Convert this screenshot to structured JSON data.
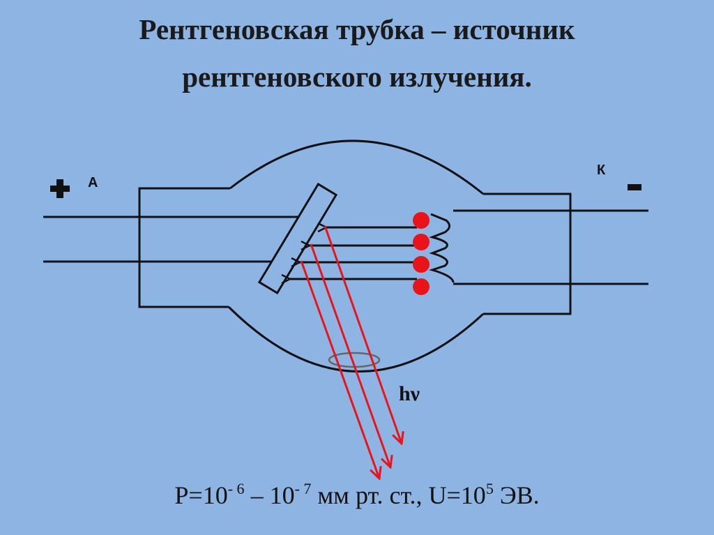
{
  "title": {
    "line1": "Рентгеновская трубка – источник",
    "line2": "рентгеновского излучения."
  },
  "labels": {
    "anode_letter": "А",
    "cathode_letter": "К",
    "minus_sign": "-",
    "radiation": "hν"
  },
  "formula": {
    "p_prefix": "Р=10",
    "exp1": "- 6",
    "dash": " – 10",
    "exp2": "- 7",
    "mid": " мм рт. ст., U=10",
    "exp3": "5",
    "suffix": " ЭВ."
  },
  "colors": {
    "background": "#8eb4e3",
    "lines": "#111111",
    "electrons": "#e8141a",
    "xray_rays": "#e8141a"
  },
  "icons": [
    "plus-sign-icon",
    "electron-dot-icon",
    "arrow-icon"
  ]
}
